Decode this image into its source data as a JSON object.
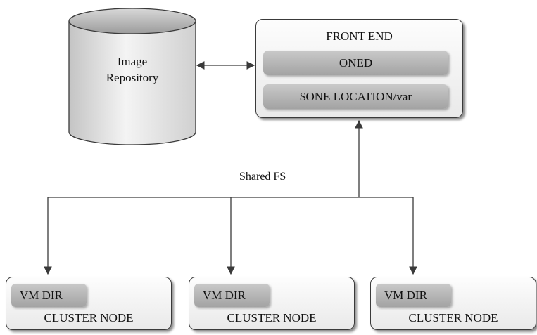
{
  "repository": {
    "label_line1": "Image",
    "label_line2": "Repository"
  },
  "front_end": {
    "title": "FRONT END",
    "daemon": "ONED",
    "location": "$ONE  LOCATION/var"
  },
  "connection_label": "Shared FS",
  "cluster_nodes": [
    {
      "dir": "VM  DIR",
      "label": "CLUSTER NODE"
    },
    {
      "dir": "VM  DIR",
      "label": "CLUSTER NODE"
    },
    {
      "dir": "VM  DIR",
      "label": "CLUSTER NODE"
    }
  ]
}
